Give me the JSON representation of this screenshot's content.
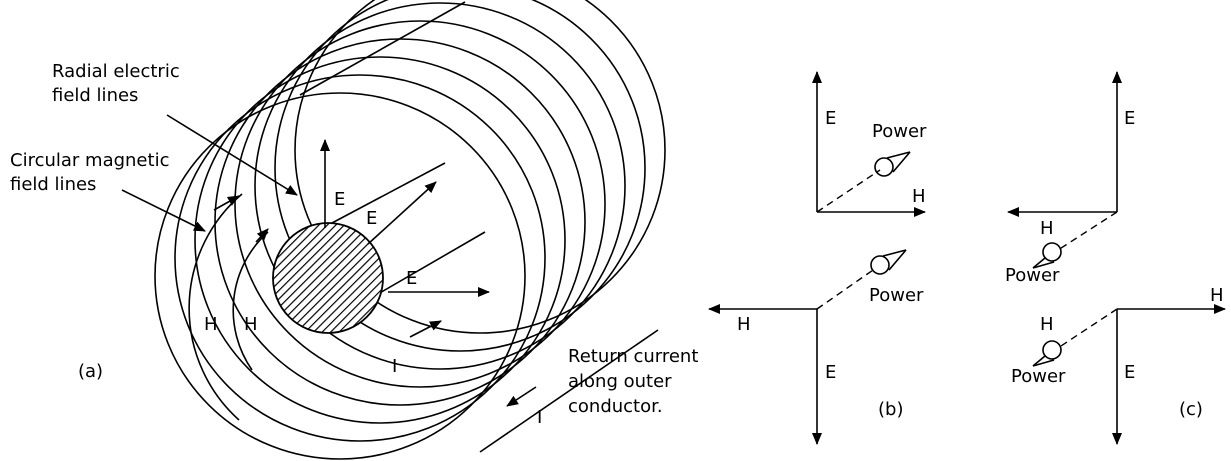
{
  "panel_a": {
    "label": "(a)",
    "callout_electric": [
      "Radial electric",
      "field lines"
    ],
    "callout_magnetic": [
      "Circular magnetic",
      "field lines"
    ],
    "field_e": "E",
    "field_h": "H",
    "current": "I",
    "return_current": [
      "Return current",
      "along outer",
      "conductor."
    ]
  },
  "panel_b": {
    "label": "(b)",
    "e": "E",
    "h": "H",
    "power": "Power"
  },
  "panel_c": {
    "label": "(c)",
    "e": "E",
    "h": "H",
    "power": "Power"
  }
}
